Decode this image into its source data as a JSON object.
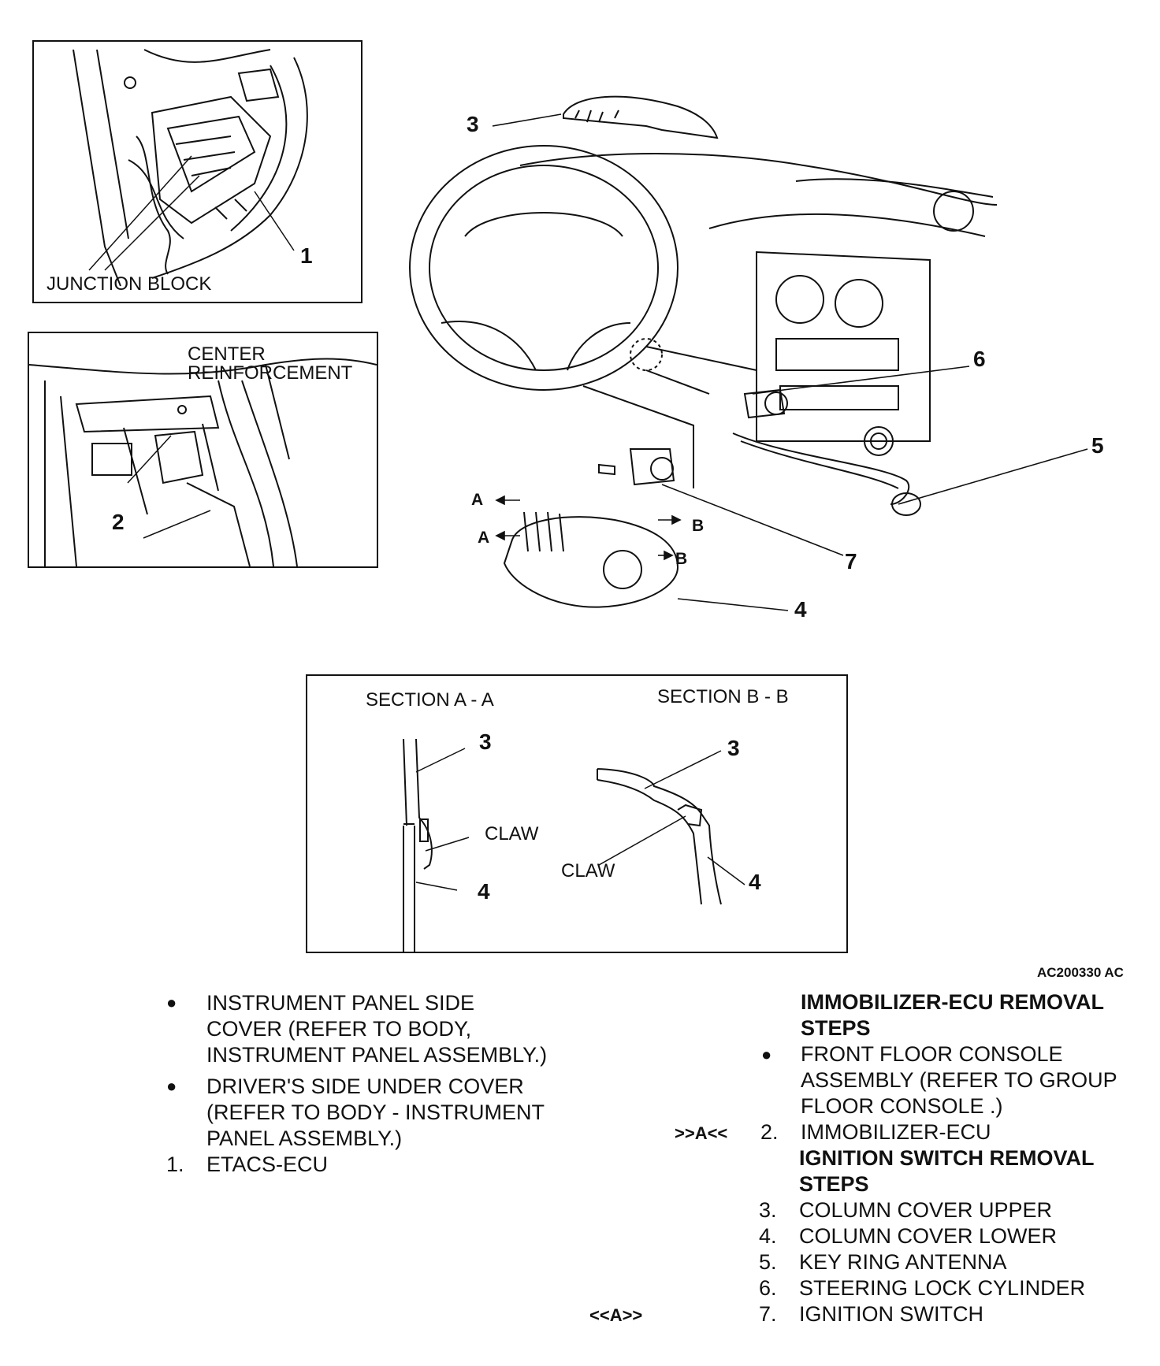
{
  "inset_junction": {
    "callout_1": "1",
    "label": "JUNCTION BLOCK"
  },
  "inset_center": {
    "label_line1": "CENTER",
    "label_line2": "REINFORCEMENT",
    "callout_2": "2"
  },
  "main_diagram": {
    "callout_3": "3",
    "callout_4": "4",
    "callout_5": "5",
    "callout_6": "6",
    "callout_7": "7",
    "arrow_a_top": "A",
    "arrow_a_bottom": "A",
    "arrow_b_top": "B",
    "arrow_b_bottom": "B"
  },
  "section_box": {
    "title_aa": "SECTION A - A",
    "title_bb": "SECTION B - B",
    "aa_callout_3": "3",
    "aa_callout_4": "4",
    "aa_claw": "CLAW",
    "bb_callout_3": "3",
    "bb_callout_4": "4",
    "bb_claw": "CLAW"
  },
  "figure_code": "AC200330 AC",
  "left_list": {
    "item1_line1": "INSTRUMENT PANEL SIDE",
    "item1_line2": "COVER (REFER TO BODY,",
    "item1_line3": "INSTRUMENT PANEL ASSEMBLY.)",
    "item2_line1": "DRIVER'S SIDE UNDER COVER",
    "item2_line2": "(REFER TO BODY - INSTRUMENT",
    "item2_line3": "PANEL ASSEMBLY.)",
    "item3_num": "1.",
    "item3_text": "ETACS-ECU"
  },
  "right_list": {
    "heading1_line1": "IMMOBILIZER-ECU REMOVAL",
    "heading1_line2": "STEPS",
    "item1_line1": "FRONT FLOOR CONSOLE",
    "item1_line2": "ASSEMBLY (REFER TO GROUP",
    "item1_line3": "FLOOR CONSOLE .)",
    "marker_a_install": ">>A<<",
    "item2_num": "2.",
    "item2_text": "IMMOBILIZER-ECU",
    "heading2_line1": "IGNITION SWITCH REMOVAL",
    "heading2_line2": "STEPS",
    "item3_num": "3.",
    "item3_text": "COLUMN COVER UPPER",
    "item4_num": "4.",
    "item4_text": "COLUMN COVER LOWER",
    "item5_num": "5.",
    "item5_text": "KEY RING ANTENNA",
    "item6_num": "6.",
    "item6_text": "STEERING LOCK CYLINDER",
    "marker_a_removal": "<<A>>",
    "item7_num": "7.",
    "item7_text": "IGNITION SWITCH"
  }
}
